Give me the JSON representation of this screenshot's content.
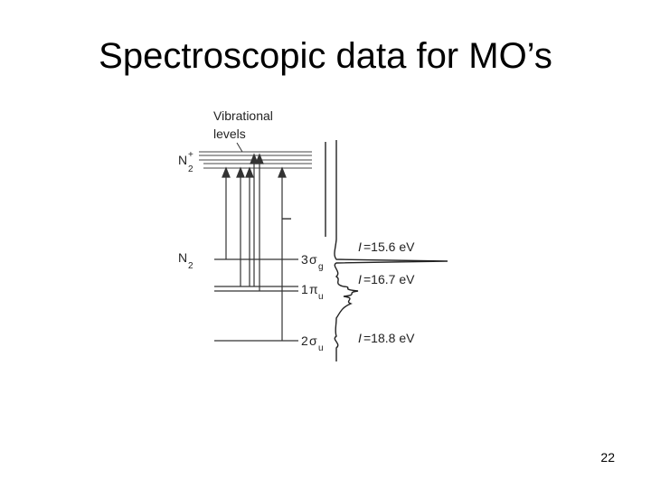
{
  "slide": {
    "title": "Spectroscopic data for MO’s",
    "page_number": "22"
  },
  "diagram": {
    "vibrational_label_line1": "Vibrational",
    "vibrational_label_line2": "levels",
    "ion_label": "N",
    "ion_sup": "+",
    "ion_sub": "2",
    "molecule_label": "N",
    "molecule_sub": "2",
    "axis_symbol": "I",
    "orbitals": [
      {
        "number": "3",
        "symbol": "σ",
        "subscript": "g"
      },
      {
        "number": "1",
        "symbol": "π",
        "subscript": "u"
      },
      {
        "number": "2",
        "symbol": "σ",
        "subscript": "u"
      }
    ],
    "ionization_energies": [
      {
        "symbol": "I",
        "text": "=15.6 eV"
      },
      {
        "symbol": "I",
        "text": "=16.7 eV"
      },
      {
        "symbol": "I",
        "text": "=18.8 eV"
      }
    ]
  }
}
